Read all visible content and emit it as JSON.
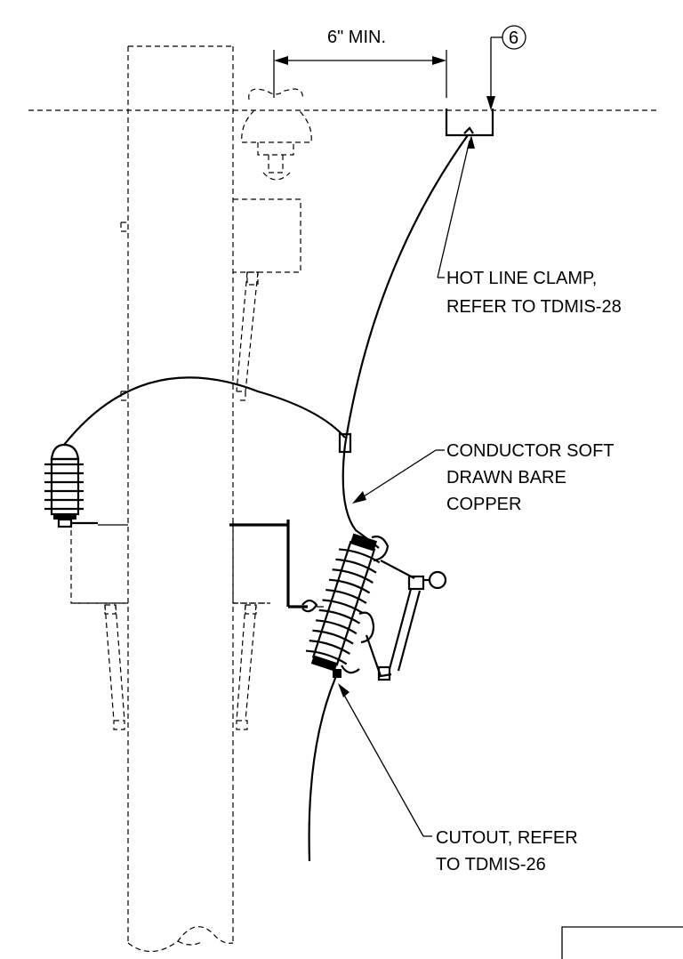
{
  "drawing": {
    "dimension_label": "6\" MIN.",
    "callout_number": "6",
    "labels": {
      "hot_line_clamp": [
        "HOT LINE CLAMP,",
        "REFER TO TDMIS-28"
      ],
      "conductor": [
        "CONDUCTOR SOFT",
        "DRAWN BARE",
        "COPPER"
      ],
      "cutout": [
        "CUTOUT, REFER",
        "TO TDMIS-26"
      ]
    }
  }
}
